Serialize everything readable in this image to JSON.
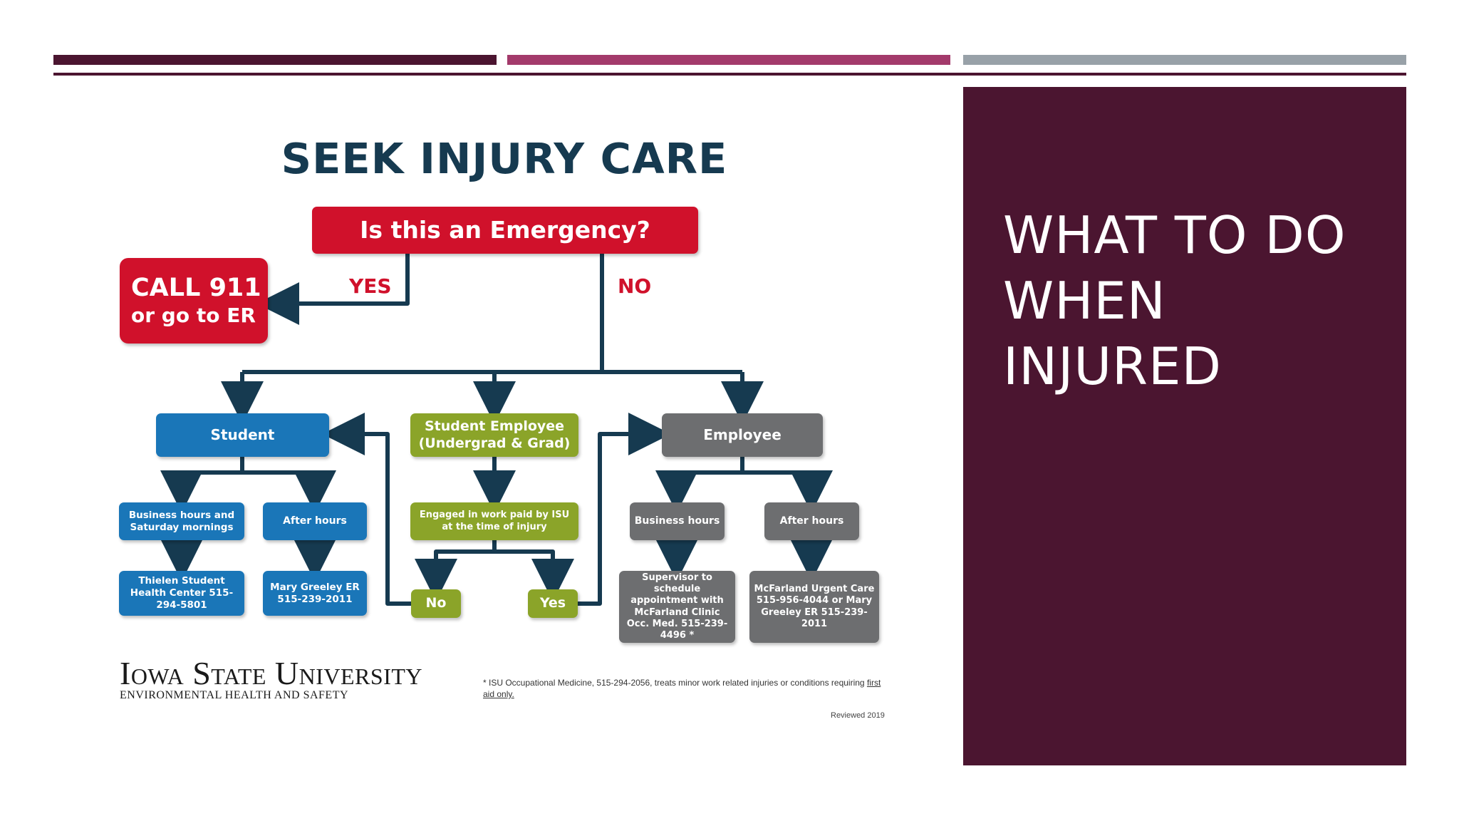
{
  "decor": {
    "bar_colors": [
      "#4b1530",
      "#a33a6b",
      "#98a1a8"
    ],
    "panel_color": "#4b1530"
  },
  "slide": {
    "title_lines": [
      "WHAT TO DO",
      "WHEN",
      "INJURED"
    ]
  },
  "flowchart": {
    "title": "SEEK INJURY CARE",
    "question": "Is this an Emergency?",
    "yes_label": "YES",
    "no_label": "NO",
    "emergency": {
      "line1": "CALL 911",
      "line2": "or go to ER"
    },
    "student": {
      "label": "Student",
      "business_hours": "Business hours and Saturday mornings",
      "after_hours": "After hours",
      "business_dest": "Thielen Student Health Center 515-294-5801",
      "after_dest": "Mary Greeley ER 515-239-2011"
    },
    "student_employee": {
      "label": "Student Employee (Undergrad & Grad)",
      "question": "Engaged in work paid by ISU at the time of injury",
      "no": "No",
      "yes": "Yes"
    },
    "employee": {
      "label": "Employee",
      "business_hours": "Business hours",
      "after_hours": "After hours",
      "business_dest": "Supervisor to schedule appointment with McFarland Clinic Occ. Med. 515-239-4496 *",
      "after_dest": "McFarland Urgent Care 515-956-4044 or Mary Greeley ER 515-239-2011"
    },
    "colors": {
      "red": "#d0112b",
      "blue": "#1a76b8",
      "green": "#8ba429",
      "gray": "#6d6e70",
      "line": "#163a50"
    }
  },
  "footer": {
    "university": "Iowa State University",
    "department": "ENVIRONMENTAL HEALTH AND SAFETY",
    "note_prefix": "* ISU Occupational Medicine, 515-294-2056, treats minor work related injuries or conditions requiring",
    "note_link": "first aid only.",
    "reviewed": "Reviewed 2019"
  }
}
